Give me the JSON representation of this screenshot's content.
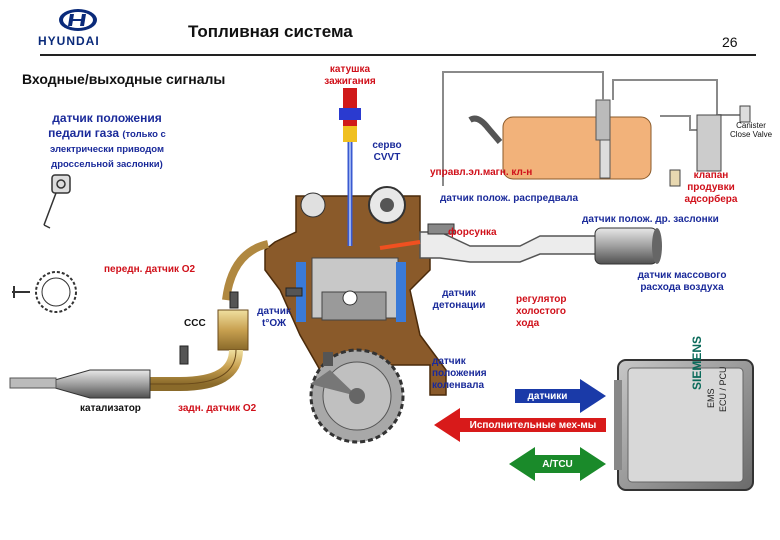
{
  "header": {
    "brand": "HYUNDAI",
    "title": "Топливная система",
    "page_number": "26",
    "subtitle": "Входные/выходные сигналы"
  },
  "pedal_sensor": {
    "line1": "датчик положения",
    "line2": "педали газа",
    "line2_note": "(только с",
    "line3": "электрически приводом",
    "line4": "дроссельной заслонки)"
  },
  "labels": {
    "ignition_coil": [
      "катушка",
      "зажигания"
    ],
    "servo": [
      "серво",
      "CVVT"
    ],
    "solenoid_valve": "управл.эл.магн. кл-н",
    "cam_sensor": "датчик полож. распредвала",
    "injector": "форсунка",
    "throttle_sensor": "датчик полож. др. заслонки",
    "canister_close_valve": [
      "Canister",
      "Close Valve"
    ],
    "purge_valve": [
      "клапан",
      "продувки",
      "адсорбера"
    ],
    "maf_sensor": [
      "датчик массового",
      "расхода воздуха"
    ],
    "front_o2": "передн. датчик O2",
    "ccc": "CCC",
    "coolant_temp": [
      "датчик",
      "t°ОЖ"
    ],
    "knock_sensor": [
      "датчик",
      "детонации"
    ],
    "idle_regulator": [
      "регулятор",
      "холостого",
      "хода"
    ],
    "crank_sensor": [
      "датчик",
      "положения",
      "коленвала"
    ],
    "catalyst": "катализатор",
    "rear_o2": "задн. датчик O2"
  },
  "signal_arrows": {
    "sensors": "датчики",
    "actuators": "Исполнительные мех-мы",
    "atcu": "A/TCU"
  },
  "ecu": {
    "brand": "SIEMENS",
    "line1": "EMS",
    "line2": "ECU / PCU"
  },
  "colors": {
    "brand_blue": "#0a2a7a",
    "label_blue": "#1a2a9a",
    "label_red": "#d0101a",
    "engine_brown": "#8a5a2a",
    "tank_orange": "#f2b27a",
    "sensors_arrow": "#1a3aa8",
    "actuators_arrow": "#d81a1a",
    "atcu_arrow": "#1a8a2a"
  }
}
